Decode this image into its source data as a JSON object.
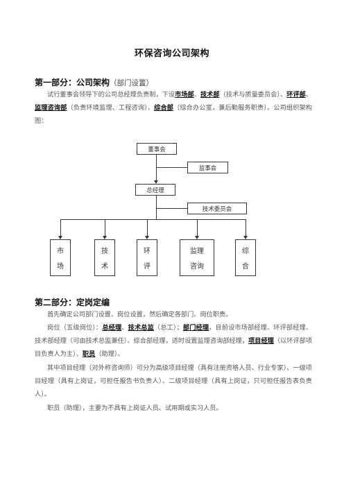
{
  "doc": {
    "title": "环保咨询公司架构",
    "section1": {
      "heading": "第一部分：公司架构",
      "note": "（部门设置）",
      "p1": {
        "t1": "试行董事会领导下的公司总经理负责制，下设",
        "b1": "市场部",
        "t2": "、",
        "b2": "技术部",
        "t3": "（技术与质量委员会）、",
        "b3": "环评部",
        "t4": "、",
        "b4": "监理咨询部",
        "t5": "（负责环境监理、工程咨询）、",
        "b5": "综合部",
        "t6": "（综合办公室，兼后勤服务职责）。公司组织架构图："
      }
    },
    "org": {
      "board": "董事会",
      "supervisor": "监事会",
      "gm": "总经理",
      "tech_committee": "技术委员会",
      "departments": [
        {
          "top": "市",
          "bottom": "场"
        },
        {
          "top": "技",
          "bottom": "术"
        },
        {
          "top": "环",
          "bottom": "评"
        },
        {
          "top": "监理",
          "bottom": "咨询"
        },
        {
          "top": "综",
          "bottom": "合"
        }
      ]
    },
    "section2": {
      "heading": "第二部分：定岗定编",
      "p1": "首先确定公司部门设置、岗位设置，然后确定各部门、岗位职责。",
      "p2": {
        "t1": "岗位（五级岗位）：",
        "b1": "总经理",
        "t2": "、",
        "b2": "技术总监",
        "t3": "（总工）；",
        "b3": "部门经理",
        "t4": "，目前设市场部经理、环评部经理、技术部经理（可由技术总监兼任）、综合部经理，适时设置监理咨询部经理，",
        "b4": "项目经理",
        "t5": "（以环评部项目负责人为主）、",
        "b5": "职员",
        "t6": "（助理）。"
      },
      "p3": "其中项目经理（对外称咨询师）可分为高级项目经理（具有注册资格人员、行业专家）、一级项目经理（具有上岗证，可担任报告书负责人）、二级项目经理（具有上岗证，只可担任报告表负责人）。",
      "p4": "职员（助理），主要为不具有上岗证人员、试用期或实习人员。"
    }
  }
}
